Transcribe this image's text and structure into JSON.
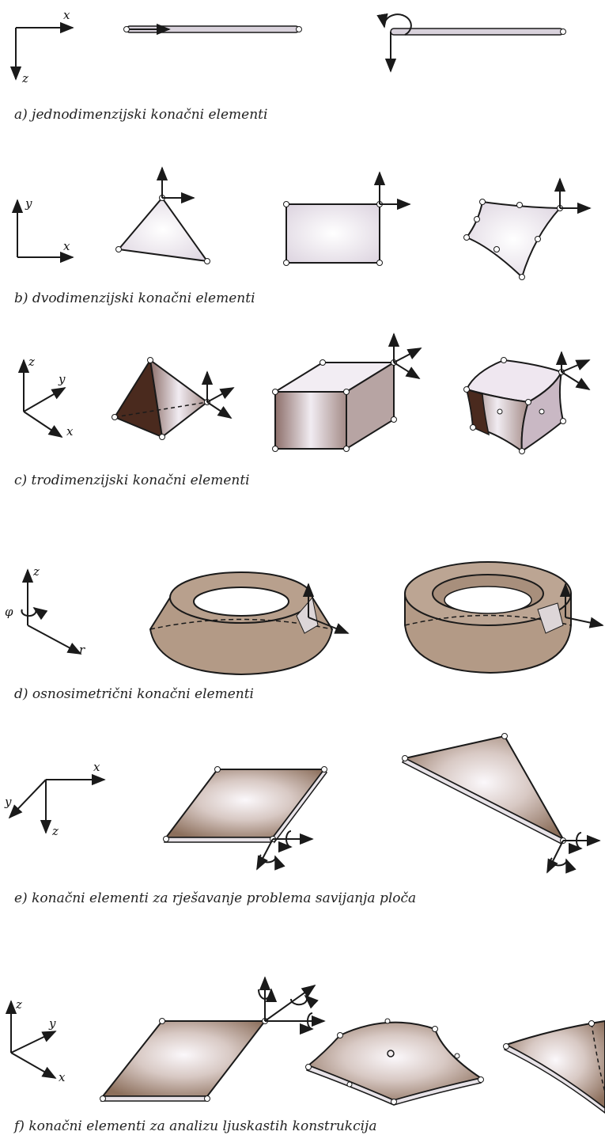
{
  "captions": {
    "a": "a)  jednodimenzijski konačni elementi",
    "b": "b)  dvodimenzijski konačni elementi",
    "c": "c)  trodimenzijski konačni elementi",
    "d": "d)  osnosimetrični konačni elementi",
    "e": "e)   konačni elementi za rješavanje problema savijanja ploča",
    "f": "f)   konačni elementi za analizu ljuskastih konstrukcija"
  },
  "axes": {
    "a": {
      "h": "x",
      "v": "z"
    },
    "b": {
      "v": "y",
      "h": "x"
    },
    "c": {
      "v": "z",
      "d": "y",
      "h": "x"
    },
    "d": {
      "v": "z",
      "rot": "φ",
      "h": "r"
    },
    "e": {
      "h": "x",
      "d": "y",
      "v": "z"
    },
    "f": {
      "v": "z",
      "d": "y",
      "h": "x"
    }
  },
  "colors": {
    "line": "#1a1a1a",
    "face_light": "#ece6ee",
    "face_tan": "#b39a86",
    "face_dark": "#4a2a1e"
  }
}
